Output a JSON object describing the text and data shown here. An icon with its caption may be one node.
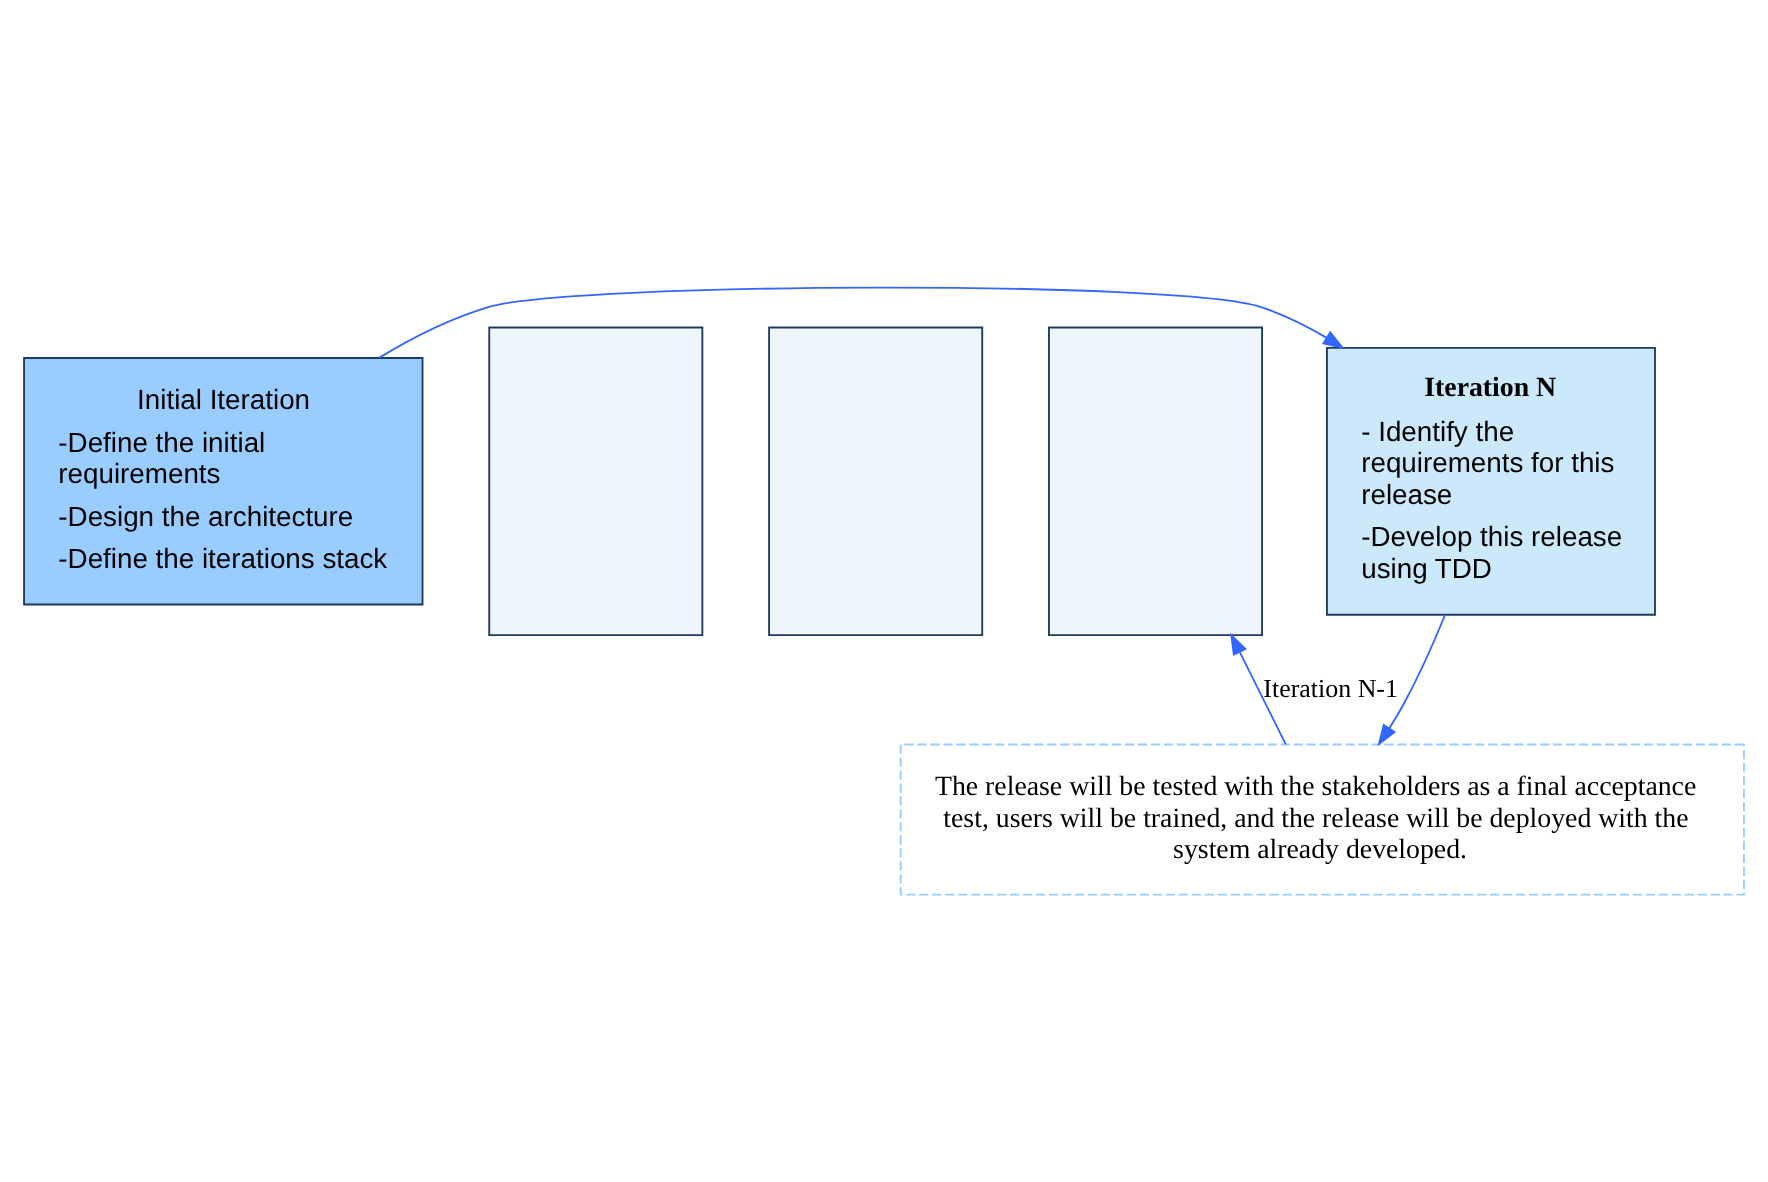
{
  "diagram": {
    "nodes": [
      {
        "text": [
          "Initial Iteration",
          "-Define the initial requirements",
          "-Design the architecture",
          "-Define the iterations stack"
        ]
      },
      {
        "text": [],
        "shape": "box"
      },
      {
        "text": [],
        "shape": "box"
      },
      {
        "text": [],
        "shape": "box"
      },
      {
        "text": [
          "Iteration N",
          "- Identify the requirements for this release",
          "-Develop this release using TDD"
        ]
      },
      {
        "text": [
          "The release will be tested with the stakeholders as a final acceptance test, users will be trained, and the release will be deployed with the system already developed."
        ]
      }
    ],
    "edges": [
      {
        "from": 0,
        "to": 4,
        "arrow": "to",
        "color": "#3366ff"
      },
      {
        "from": 4,
        "to": 5,
        "arrow": "to",
        "color": "#3366ff"
      },
      {
        "from": 5,
        "to": 3,
        "arrow": "to",
        "label": "Iteration N-1",
        "color": "#3366ff"
      }
    ]
  }
}
